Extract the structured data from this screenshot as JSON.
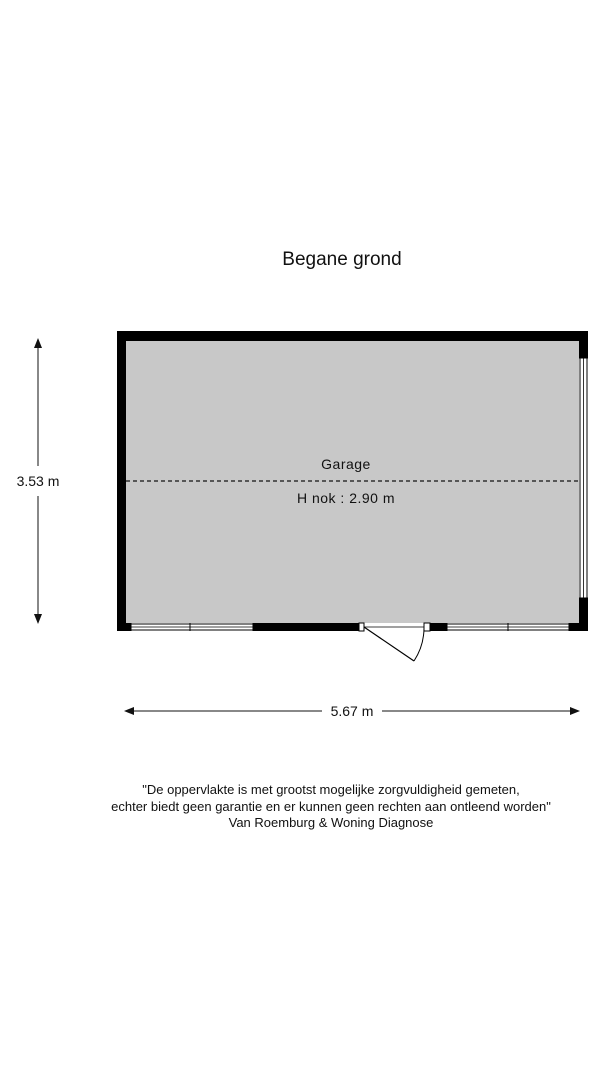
{
  "floor_title": "Begane grond",
  "room": {
    "name": "Garage",
    "ridge_height": "H nok : 2.90 m"
  },
  "dimensions": {
    "height": "3.53 m",
    "width": "5.67 m"
  },
  "disclaimer": {
    "line1": "\"De oppervlakte is met grootst mogelijke zorgvuldigheid gemeten,",
    "line2": "echter biedt geen garantie en er kunnen geen rechten aan ontleend worden\"",
    "line3": "Van Roemburg & Woning Diagnose"
  },
  "colors": {
    "wall": "#000000",
    "floor": "#c8c8c8",
    "line": "#111111"
  }
}
